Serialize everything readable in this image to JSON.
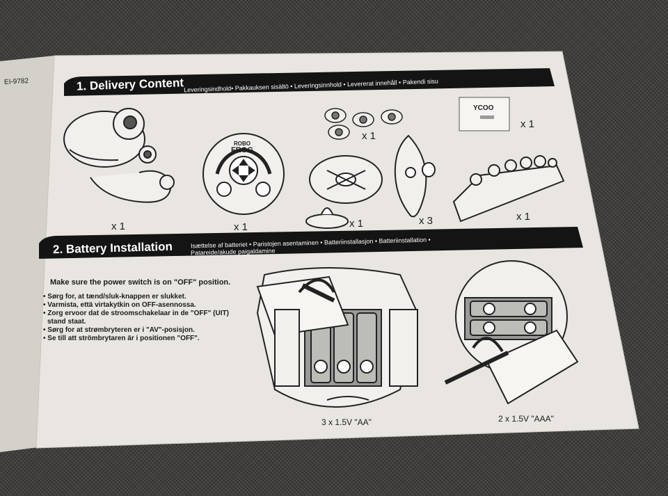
{
  "page": {
    "code": "EI-9782",
    "section1": {
      "title": "1. Delivery Content",
      "subtitle": "Leveringsindhold• Pakkauksen sisältö • Leveringsinnhold • Levererat innehåll • Pakendi sisu",
      "quantities": [
        "x 1",
        "x 1",
        "x 1",
        "x 1",
        "x 3",
        "x 1",
        "x 1"
      ]
    },
    "remote": {
      "brand_top": "ROBO",
      "brand_bottom": "FROG"
    },
    "card": {
      "brand": "YCOO"
    },
    "section2": {
      "title": "2. Battery Installation",
      "subtitle_line1": "Isættelse af batteriet • Paristojen asentaminen • Batteriinstallasjon • Batteriinstallation •",
      "subtitle_line2": "Patareide/akude paigaldamine",
      "instruction_heading": "Make sure the power switch is on \"OFF\" position.",
      "bullets": [
        "• Sørg for, at tænd/sluk-knappen er slukket.",
        "• Varmista, että virtakytkin on OFF-asennossa.",
        "• Zorg ervoor dat de stroomschakelaar in de \"OFF\" (UIT)",
        "  stand staat.",
        "• Sørg for at strømbryteren er i \"AV\"-posisjon.",
        "• Se till att strömbrytaren är i positionen \"OFF\"."
      ],
      "battery_label_left": "3 x 1.5V \"AA\"",
      "battery_label_right": "2 x 1.5V \"AAA\""
    },
    "colors": {
      "paper": "#e9e6e1",
      "ink": "#1b1b1b",
      "fabric": "#3b3a37"
    }
  }
}
